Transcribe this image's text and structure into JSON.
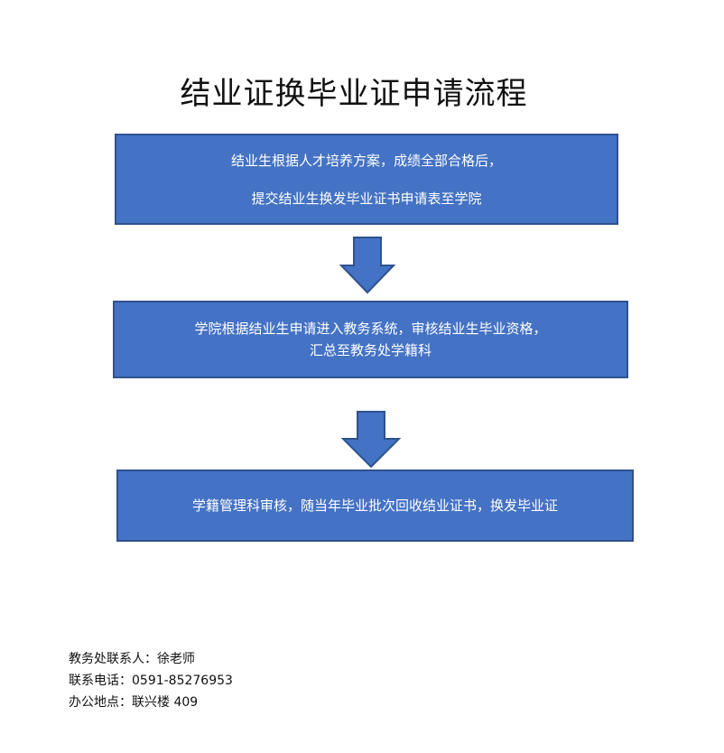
{
  "title": "结业证换毕业证申请流程",
  "steps": [
    {
      "lines": [
        "结业生根据人才培养方案，成绩全部合格后，",
        "提交结业生换发毕业证书申请表至学院"
      ]
    },
    {
      "lines": [
        "学院根据结业生申请进入教务系统，审核结业生毕业资格，",
        "汇总至教务处学籍科"
      ]
    },
    {
      "lines": [
        "学籍管理科审核，随当年毕业批次回收结业证书，换发毕业证"
      ]
    }
  ],
  "arrows": [
    "down-arrow-icon",
    "down-arrow-icon"
  ],
  "contact": {
    "person": "教务处联系人：徐老师",
    "phone": "联系电话：0591-85276953",
    "address": "办公地点：联兴楼 409"
  },
  "colors": {
    "box_fill": "#4472c4",
    "box_border": "#2f528f",
    "box_text": "#ffffff"
  }
}
